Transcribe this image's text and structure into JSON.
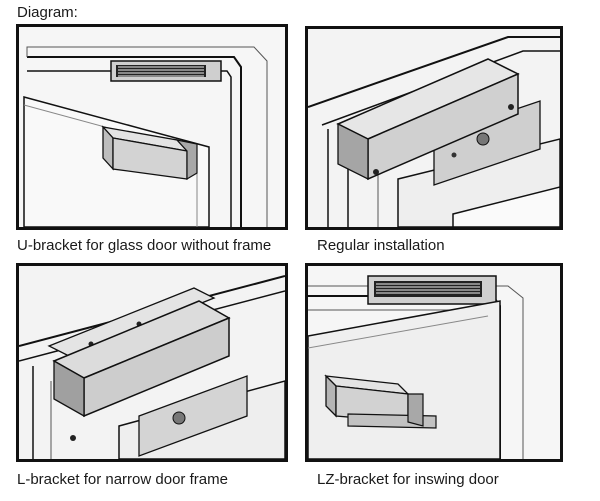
{
  "title": "Diagram:",
  "panels": [
    {
      "caption": "U-bracket for glass door without frame"
    },
    {
      "caption": "Regular installation"
    },
    {
      "caption": "L-bracket for narrow door frame"
    },
    {
      "caption": "LZ-bracket for inswing door"
    }
  ],
  "colors": {
    "line": "#111111",
    "metal": "#d8d8d8",
    "shadow": "#9a9a9a",
    "glass": "#f7f7f7"
  }
}
